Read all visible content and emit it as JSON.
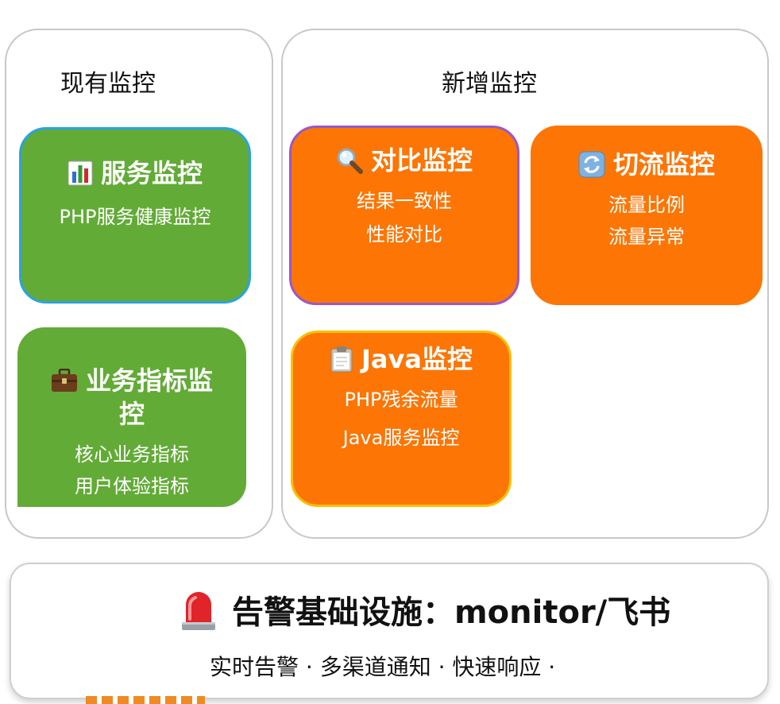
{
  "existing": {
    "title": "现有监控",
    "service_card": {
      "icon": "bar-chart-icon",
      "title": "服务监控",
      "lines": [
        "PHP服务健康监控"
      ],
      "color": "#62ab36",
      "border": "#29a3e3"
    },
    "business_card": {
      "icon": "briefcase-icon",
      "title_line1": "业务指标监",
      "title_line2": "控",
      "lines": [
        "核心业务指标",
        "用户体验指标"
      ],
      "color": "#62ab36"
    }
  },
  "new": {
    "title": "新增监控",
    "compare_card": {
      "icon": "magnifier-icon",
      "title": "对比监控",
      "lines": [
        "结果一致性",
        "性能对比"
      ],
      "color": "#fc7505",
      "border": "#9b57c9"
    },
    "switch_card": {
      "icon": "refresh-icon",
      "title": "切流监控",
      "lines": [
        "流量比例",
        "流量异常"
      ],
      "color": "#fc7505"
    },
    "java_card": {
      "icon": "clipboard-icon",
      "title": "Java监控",
      "lines": [
        "PHP残余流量",
        "Java服务监控"
      ],
      "color": "#fc7505",
      "border": "#f6c000"
    }
  },
  "alert": {
    "icon": "siren-icon",
    "title": "告警基础设施：monitor/飞书",
    "subtitle": "实时告警 · 多渠道通知 · 快速响应 ·"
  }
}
